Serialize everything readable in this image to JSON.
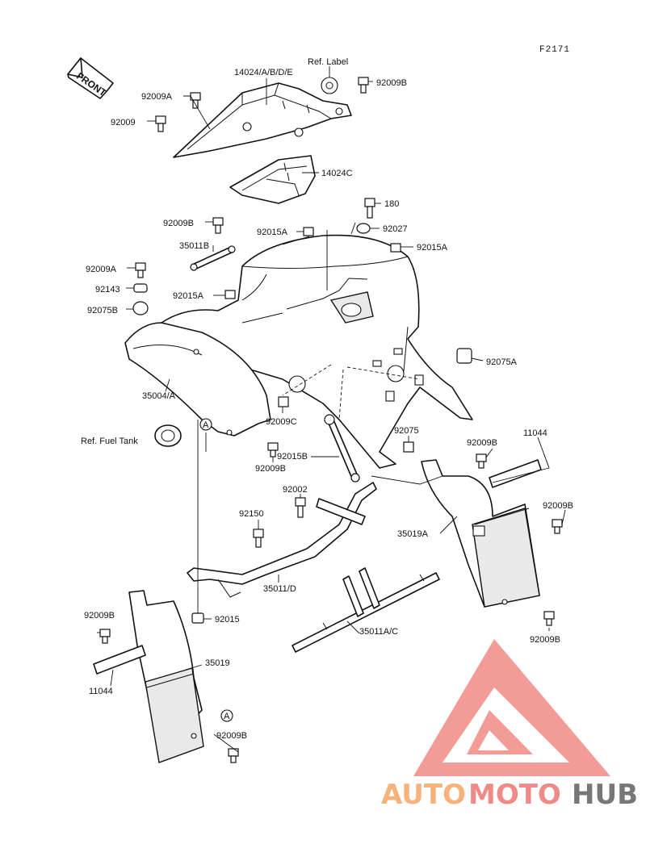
{
  "figure_code": "F2171",
  "front_label": "FRONT",
  "ref_label": "Ref. Label",
  "ref_fuel_tank": "Ref. Fuel Tank",
  "callout_letter": "A",
  "parts": {
    "p14024abde": "14024/A/B/D/E",
    "p92009b_top": "92009B",
    "p92009a_top": "92009A",
    "p92009": "92009",
    "p14024c": "14024C",
    "p180": "180",
    "p92009b_mid": "92009B",
    "p92015a_top": "92015A",
    "p92027": "92027",
    "p35011b": "35011B",
    "p92015a_right": "92015A",
    "p92009a_mid": "92009A",
    "p92143": "92143",
    "p92015a_left": "92015A",
    "p92075b": "92075B",
    "p92075a": "92075A",
    "p35004a": "35004/A",
    "p92009c": "92009C",
    "p92075": "92075",
    "p92009b_r1": "92009B",
    "p11044_r": "11044",
    "p92015b": "92015B",
    "p92009b_l1": "92009B",
    "p92002": "92002",
    "p92009b_r2": "92009B",
    "p92150": "92150",
    "p35019a": "35019A",
    "p35011d": "35011/D",
    "p92009b_l2": "92009B",
    "p92015": "92015",
    "p35011ac": "35011A/C",
    "p92009b_r3": "92009B",
    "p35019": "35019",
    "p11044_l": "11044",
    "p92009b_l3": "92009B"
  },
  "watermark": {
    "part1": "AUTO",
    "part2": "MOTO",
    "part3": "HUB"
  },
  "colors": {
    "watermark_orange": "#f6b27a",
    "watermark_red": "#f08a86",
    "watermark_gray": "#777777"
  }
}
